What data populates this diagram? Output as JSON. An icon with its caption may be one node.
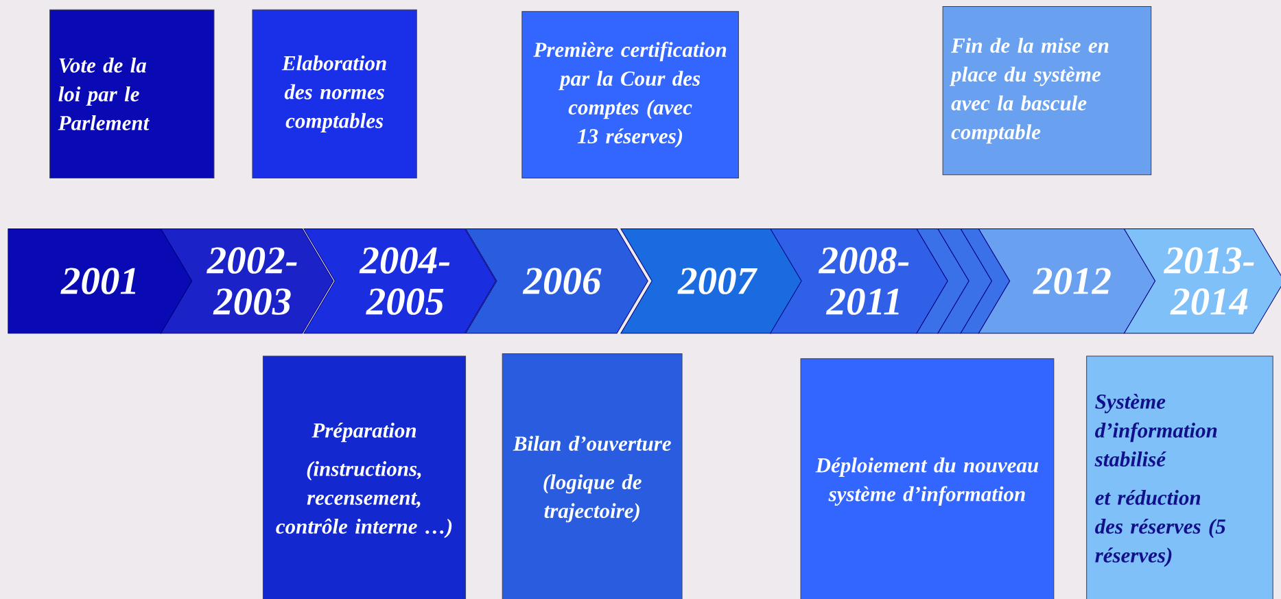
{
  "diagram": {
    "nodes": [
      {
        "text": [
          "Vote de la loi par le Parlement"
        ]
      },
      {
        "text": [
          "Elaboration des normes comptables"
        ]
      },
      {
        "text": [
          "**Première certification par la Cour des comptes** (avec 13 réserves)"
        ]
      },
      {
        "text": [
          "Fin de la mise en place du système avec la bascule comptable"
        ]
      },
      {
        "text": [
          "2001"
        ]
      },
      {
        "text": [
          "2002-2003"
        ]
      },
      {
        "text": [
          "2004-2005"
        ]
      },
      {
        "text": [
          "2006"
        ]
      },
      {
        "text": [
          "2007"
        ]
      },
      {
        "text": [
          "2008-2011"
        ]
      },
      {
        "text": [],
        "shape": "chevron"
      },
      {
        "text": [],
        "shape": "chevron"
      },
      {
        "text": [],
        "shape": "chevron"
      },
      {
        "text": [
          "2012"
        ]
      },
      {
        "text": [
          "2013-2014"
        ]
      },
      {
        "text": [
          "Préparation",
          "(instructions, recensement, contrôle interne …)"
        ]
      },
      {
        "text": [
          "Bilan d’ouverture",
          "(logique de trajectoire)"
        ]
      },
      {
        "text": [
          "Déploiement du nouveau système d’information"
        ]
      },
      {
        "text": [
          "Système d’information stabilisé",
          "**et réduction des réserves** (5 réserves)"
        ]
      }
    ]
  }
}
